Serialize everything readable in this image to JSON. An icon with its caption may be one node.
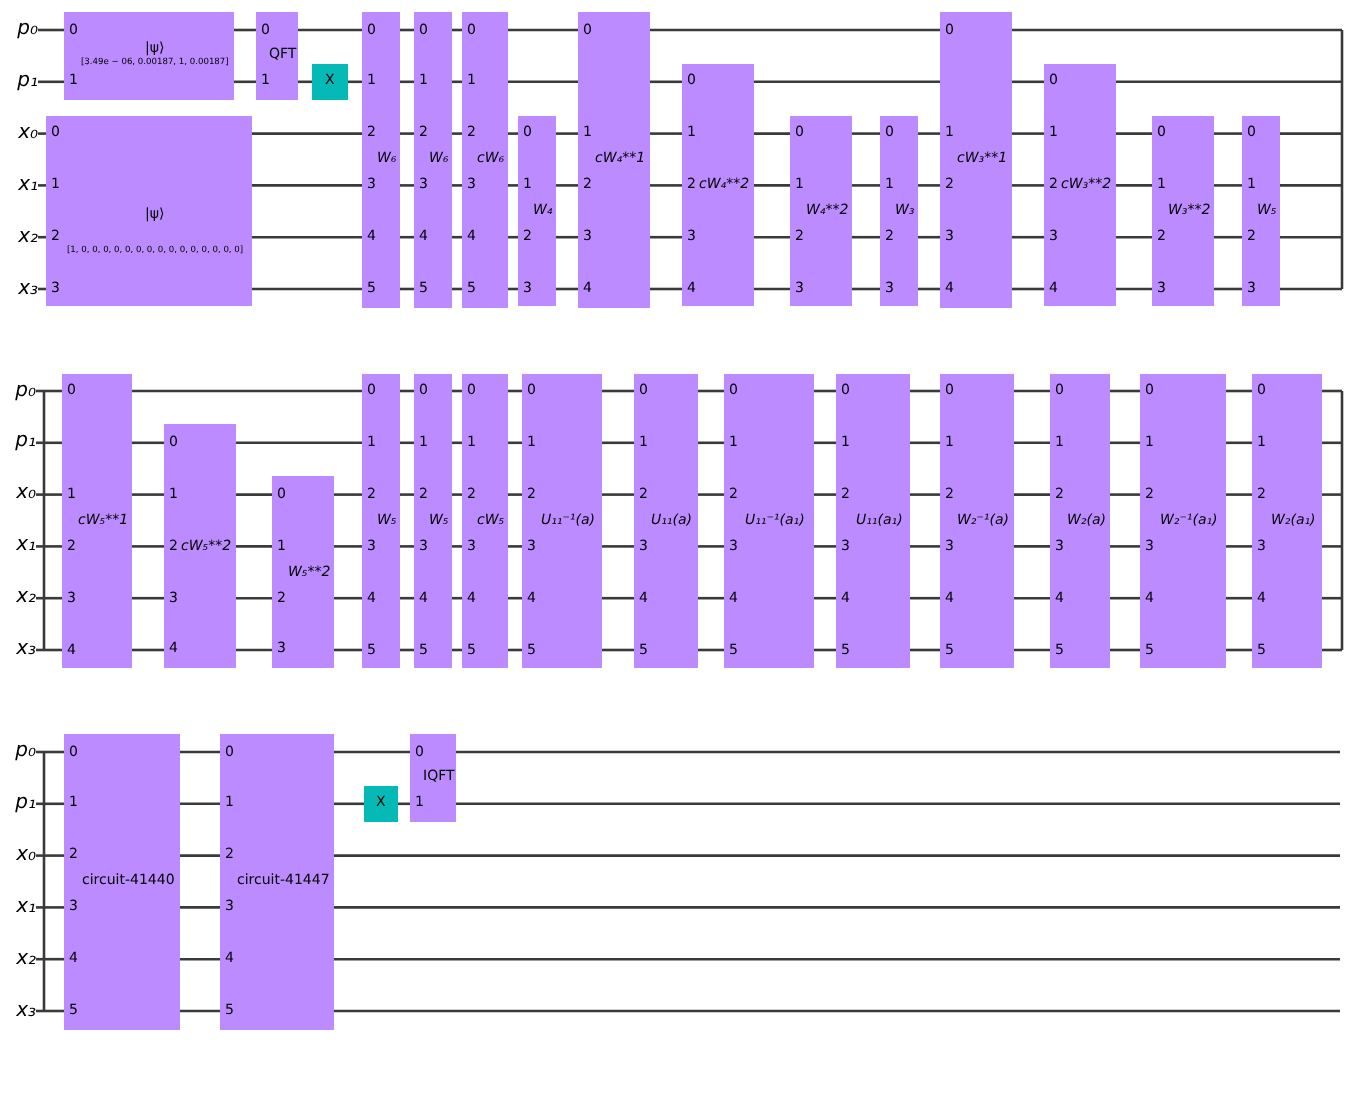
{
  "diagram": {
    "nodes": [
      {
        "text": [
          "p₀"
        ]
      },
      {
        "text": [
          "p₁"
        ]
      },
      {
        "text": [
          "x₀"
        ]
      },
      {
        "text": [
          "x₁"
        ]
      },
      {
        "text": [
          "x₂"
        ]
      },
      {
        "text": [
          "x₃"
        ]
      },
      {
        "text": [
          "0",
          "1",
          "|ψ⟩",
          "[3.49e − 06, 0.00187, 1, 0.00187]"
        ]
      },
      {
        "text": [
          "0",
          "1",
          "2",
          "3",
          "|ψ⟩",
          "[1, 0, 0, 0, 0, 0, 0, 0, 0, 0, 0, 0, 0, 0, 0, 0]"
        ]
      },
      {
        "text": [
          "0",
          "1",
          "QFT"
        ]
      },
      {
        "text": [
          "X"
        ]
      },
      {
        "text": [
          "0",
          "1",
          "2",
          "3",
          "4",
          "5",
          "W₆"
        ]
      },
      {
        "text": [
          "0",
          "1",
          "2",
          "3",
          "4",
          "5",
          "W₆"
        ]
      },
      {
        "text": [
          "0",
          "1",
          "2",
          "3",
          "4",
          "5",
          "cW₆"
        ]
      },
      {
        "text": [
          "0",
          "1",
          "2",
          "3",
          "W₄"
        ]
      },
      {
        "text": [
          "0",
          "1",
          "2",
          "3",
          "4",
          "cW₄**1"
        ]
      },
      {
        "text": [
          "0",
          "1",
          "2",
          "3",
          "4",
          "cW₄**2"
        ]
      },
      {
        "text": [
          "0",
          "1",
          "2",
          "3",
          "W₄**2"
        ]
      },
      {
        "text": [
          "0",
          "1",
          "2",
          "3",
          "W₃"
        ]
      },
      {
        "text": [
          "0",
          "1",
          "2",
          "3",
          "4",
          "cW₃**1"
        ]
      },
      {
        "text": [
          "0",
          "1",
          "2",
          "3",
          "4",
          "cW₃**2"
        ]
      },
      {
        "text": [
          "0",
          "1",
          "2",
          "3",
          "W₃**2"
        ]
      },
      {
        "text": [
          "0",
          "1",
          "2",
          "3",
          "W₅"
        ]
      },
      {
        "text": [
          "p₀"
        ]
      },
      {
        "text": [
          "p₁"
        ]
      },
      {
        "text": [
          "x₀"
        ]
      },
      {
        "text": [
          "x₁"
        ]
      },
      {
        "text": [
          "x₂"
        ]
      },
      {
        "text": [
          "x₃"
        ]
      },
      {
        "text": [
          "0",
          "1",
          "2",
          "3",
          "4",
          "cW₅**1"
        ]
      },
      {
        "text": [
          "0",
          "1",
          "2",
          "3",
          "4",
          "cW₅**2"
        ]
      },
      {
        "text": [
          "0",
          "1",
          "2",
          "3",
          "W₅**2"
        ]
      },
      {
        "text": [
          "0",
          "1",
          "2",
          "3",
          "4",
          "5",
          "W₅"
        ]
      },
      {
        "text": [
          "0",
          "1",
          "2",
          "3",
          "4",
          "5",
          "W₅"
        ]
      },
      {
        "text": [
          "0",
          "1",
          "2",
          "3",
          "4",
          "5",
          "cW₅"
        ]
      },
      {
        "text": [
          "0",
          "1",
          "2",
          "3",
          "4",
          "5",
          "U₁₁⁻¹(a)"
        ]
      },
      {
        "text": [
          "0",
          "1",
          "2",
          "3",
          "4",
          "5",
          "U₁₁(a)"
        ]
      },
      {
        "text": [
          "0",
          "1",
          "2",
          "3",
          "4",
          "5",
          "U₁₁⁻¹(a₁)"
        ]
      },
      {
        "text": [
          "0",
          "1",
          "2",
          "3",
          "4",
          "5",
          "U₁₁(a₁)"
        ]
      },
      {
        "text": [
          "0",
          "1",
          "2",
          "3",
          "4",
          "5",
          "W₂⁻¹(a)"
        ]
      },
      {
        "text": [
          "0",
          "1",
          "2",
          "3",
          "4",
          "5",
          "W₂(a)"
        ]
      },
      {
        "text": [
          "0",
          "1",
          "2",
          "3",
          "4",
          "5",
          "W₂⁻¹(a₁)"
        ]
      },
      {
        "text": [
          "0",
          "1",
          "2",
          "3",
          "4",
          "5",
          "W₂(a₁)"
        ]
      },
      {
        "text": [
          "p₀"
        ]
      },
      {
        "text": [
          "p₁"
        ]
      },
      {
        "text": [
          "x₀"
        ]
      },
      {
        "text": [
          "x₁"
        ]
      },
      {
        "text": [
          "x₂"
        ]
      },
      {
        "text": [
          "x₃"
        ]
      },
      {
        "text": [
          "0",
          "1",
          "2",
          "3",
          "4",
          "5",
          "circuit-41440"
        ]
      },
      {
        "text": [
          "0",
          "1",
          "2",
          "3",
          "4",
          "5",
          "circuit-41447"
        ]
      },
      {
        "text": [
          "X"
        ]
      },
      {
        "text": [
          "0",
          "1",
          "IQFT"
        ]
      }
    ],
    "edges": [
      {
        "from": 0,
        "to": 6,
        "arrow": "none"
      },
      {
        "from": 6,
        "to": 8,
        "arrow": "none"
      },
      {
        "from": 8,
        "to": 10,
        "arrow": "none"
      },
      {
        "from": 10,
        "to": 11,
        "arrow": "none"
      },
      {
        "from": 11,
        "to": 12,
        "arrow": "none"
      },
      {
        "from": 12,
        "to": 14,
        "arrow": "none"
      },
      {
        "from": 14,
        "to": 18,
        "arrow": "none"
      },
      {
        "from": 18,
        "to": null,
        "arrow": "none"
      },
      {
        "from": 1,
        "to": 6,
        "arrow": "none"
      },
      {
        "from": 6,
        "to": 8,
        "arrow": "none"
      },
      {
        "from": 8,
        "to": 9,
        "arrow": "none"
      },
      {
        "from": 9,
        "to": 10,
        "arrow": "none"
      },
      {
        "from": 10,
        "to": 11,
        "arrow": "none"
      },
      {
        "from": 11,
        "to": 12,
        "arrow": "none"
      },
      {
        "from": 12,
        "to": 14,
        "arrow": "none"
      },
      {
        "from": 14,
        "to": 15,
        "arrow": "none"
      },
      {
        "from": 15,
        "to": 18,
        "arrow": "none"
      },
      {
        "from": 18,
        "to": 19,
        "arrow": "none"
      },
      {
        "from": 19,
        "to": null,
        "arrow": "none"
      },
      {
        "from": 2,
        "to": 7,
        "arrow": "none"
      },
      {
        "from": 7,
        "to": 10,
        "arrow": "none"
      },
      {
        "from": 10,
        "to": 11,
        "arrow": "none"
      },
      {
        "from": 11,
        "to": 12,
        "arrow": "none"
      },
      {
        "from": 12,
        "to": 13,
        "arrow": "none"
      },
      {
        "from": 13,
        "to": 14,
        "arrow": "none"
      },
      {
        "from": 14,
        "to": 15,
        "arrow": "none"
      },
      {
        "from": 15,
        "to": 16,
        "arrow": "none"
      },
      {
        "from": 16,
        "to": 17,
        "arrow": "none"
      },
      {
        "from": 17,
        "to": 18,
        "arrow": "none"
      },
      {
        "from": 18,
        "to": 19,
        "arrow": "none"
      },
      {
        "from": 19,
        "to": 20,
        "arrow": "none"
      },
      {
        "from": 20,
        "to": 21,
        "arrow": "none"
      },
      {
        "from": 21,
        "to": null,
        "arrow": "none"
      },
      {
        "from": 3,
        "to": 7,
        "arrow": "none"
      },
      {
        "from": 7,
        "to": 10,
        "arrow": "none"
      },
      {
        "from": 10,
        "to": 11,
        "arrow": "none"
      },
      {
        "from": 11,
        "to": 12,
        "arrow": "none"
      },
      {
        "from": 12,
        "to": 13,
        "arrow": "none"
      },
      {
        "from": 13,
        "to": 14,
        "arrow": "none"
      },
      {
        "from": 14,
        "to": 15,
        "arrow": "none"
      },
      {
        "from": 15,
        "to": 16,
        "arrow": "none"
      },
      {
        "from": 16,
        "to": 17,
        "arrow": "none"
      },
      {
        "from": 17,
        "to": 18,
        "arrow": "none"
      },
      {
        "from": 18,
        "to": 19,
        "arrow": "none"
      },
      {
        "from": 19,
        "to": 20,
        "arrow": "none"
      },
      {
        "from": 20,
        "to": 21,
        "arrow": "none"
      },
      {
        "from": 21,
        "to": null,
        "arrow": "none"
      },
      {
        "from": 4,
        "to": 7,
        "arrow": "none"
      },
      {
        "from": 7,
        "to": 10,
        "arrow": "none"
      },
      {
        "from": 10,
        "to": 11,
        "arrow": "none"
      },
      {
        "from": 11,
        "to": 12,
        "arrow": "none"
      },
      {
        "from": 12,
        "to": 13,
        "arrow": "none"
      },
      {
        "from": 13,
        "to": 14,
        "arrow": "none"
      },
      {
        "from": 14,
        "to": 15,
        "arrow": "none"
      },
      {
        "from": 15,
        "to": 16,
        "arrow": "none"
      },
      {
        "from": 16,
        "to": 17,
        "arrow": "none"
      },
      {
        "from": 17,
        "to": 18,
        "arrow": "none"
      },
      {
        "from": 18,
        "to": 19,
        "arrow": "none"
      },
      {
        "from": 19,
        "to": 20,
        "arrow": "none"
      },
      {
        "from": 20,
        "to": 21,
        "arrow": "none"
      },
      {
        "from": 21,
        "to": null,
        "arrow": "none"
      },
      {
        "from": 5,
        "to": 7,
        "arrow": "none"
      },
      {
        "from": 7,
        "to": 10,
        "arrow": "none"
      },
      {
        "from": 10,
        "to": 11,
        "arrow": "none"
      },
      {
        "from": 11,
        "to": 12,
        "arrow": "none"
      },
      {
        "from": 12,
        "to": 13,
        "arrow": "none"
      },
      {
        "from": 13,
        "to": 14,
        "arrow": "none"
      },
      {
        "from": 14,
        "to": 15,
        "arrow": "none"
      },
      {
        "from": 15,
        "to": 16,
        "arrow": "none"
      },
      {
        "from": 16,
        "to": 17,
        "arrow": "none"
      },
      {
        "from": 17,
        "to": 18,
        "arrow": "none"
      },
      {
        "from": 18,
        "to": 19,
        "arrow": "none"
      },
      {
        "from": 19,
        "to": 20,
        "arrow": "none"
      },
      {
        "from": 20,
        "to": 21,
        "arrow": "none"
      },
      {
        "from": 21,
        "to": null,
        "arrow": "none"
      },
      {
        "from": 22,
        "to": 28,
        "arrow": "none"
      },
      {
        "from": 28,
        "to": 31,
        "arrow": "none"
      },
      {
        "from": 31,
        "to": 32,
        "arrow": "none"
      },
      {
        "from": 32,
        "to": 33,
        "arrow": "none"
      },
      {
        "from": 33,
        "to": 34,
        "arrow": "none"
      },
      {
        "from": 34,
        "to": 35,
        "arrow": "none"
      },
      {
        "from": 35,
        "to": 36,
        "arrow": "none"
      },
      {
        "from": 36,
        "to": 37,
        "arrow": "none"
      },
      {
        "from": 37,
        "to": 38,
        "arrow": "none"
      },
      {
        "from": 38,
        "to": 39,
        "arrow": "none"
      },
      {
        "from": 39,
        "to": 40,
        "arrow": "none"
      },
      {
        "from": 40,
        "to": 41,
        "arrow": "none"
      },
      {
        "from": 41,
        "to": null,
        "arrow": "none"
      },
      {
        "from": 23,
        "to": 28,
        "arrow": "none"
      },
      {
        "from": 28,
        "to": 29,
        "arrow": "none"
      },
      {
        "from": 29,
        "to": 31,
        "arrow": "none"
      },
      {
        "from": 31,
        "to": 32,
        "arrow": "none"
      },
      {
        "from": 32,
        "to": 33,
        "arrow": "none"
      },
      {
        "from": 33,
        "to": 34,
        "arrow": "none"
      },
      {
        "from": 34,
        "to": 35,
        "arrow": "none"
      },
      {
        "from": 35,
        "to": 36,
        "arrow": "none"
      },
      {
        "from": 36,
        "to": 37,
        "arrow": "none"
      },
      {
        "from": 37,
        "to": 38,
        "arrow": "none"
      },
      {
        "from": 38,
        "to": 39,
        "arrow": "none"
      },
      {
        "from": 39,
        "to": 40,
        "arrow": "none"
      },
      {
        "from": 40,
        "to": 41,
        "arrow": "none"
      },
      {
        "from": 41,
        "to": null,
        "arrow": "none"
      },
      {
        "from": 24,
        "to": 28,
        "arrow": "none"
      },
      {
        "from": 28,
        "to": 29,
        "arrow": "none"
      },
      {
        "from": 29,
        "to": 30,
        "arrow": "none"
      },
      {
        "from": 30,
        "to": 31,
        "arrow": "none"
      },
      {
        "from": 31,
        "to": 32,
        "arrow": "none"
      },
      {
        "from": 32,
        "to": 33,
        "arrow": "none"
      },
      {
        "from": 33,
        "to": 34,
        "arrow": "none"
      },
      {
        "from": 34,
        "to": 35,
        "arrow": "none"
      },
      {
        "from": 35,
        "to": 36,
        "arrow": "none"
      },
      {
        "from": 36,
        "to": 37,
        "arrow": "none"
      },
      {
        "from": 37,
        "to": 38,
        "arrow": "none"
      },
      {
        "from": 38,
        "to": 39,
        "arrow": "none"
      },
      {
        "from": 39,
        "to": 40,
        "arrow": "none"
      },
      {
        "from": 40,
        "to": 41,
        "arrow": "none"
      },
      {
        "from": 41,
        "to": null,
        "arrow": "none"
      },
      {
        "from": 25,
        "to": 28,
        "arrow": "none"
      },
      {
        "from": 28,
        "to": 29,
        "arrow": "none"
      },
      {
        "from": 29,
        "to": 30,
        "arrow": "none"
      },
      {
        "from": 30,
        "to": 31,
        "arrow": "none"
      },
      {
        "from": 31,
        "to": 32,
        "arrow": "none"
      },
      {
        "from": 32,
        "to": 33,
        "arrow": "none"
      },
      {
        "from": 33,
        "to": 34,
        "arrow": "none"
      },
      {
        "from": 34,
        "to": 35,
        "arrow": "none"
      },
      {
        "from": 35,
        "to": 36,
        "arrow": "none"
      },
      {
        "from": 36,
        "to": 37,
        "arrow": "none"
      },
      {
        "from": 37,
        "to": 38,
        "arrow": "none"
      },
      {
        "from": 38,
        "to": 39,
        "arrow": "none"
      },
      {
        "from": 39,
        "to": 40,
        "arrow": "none"
      },
      {
        "from": 40,
        "to": 41,
        "arrow": "none"
      },
      {
        "from": 41,
        "to": null,
        "arrow": "none"
      },
      {
        "from": 26,
        "to": 28,
        "arrow": "none"
      },
      {
        "from": 28,
        "to": 29,
        "arrow": "none"
      },
      {
        "from": 29,
        "to": 30,
        "arrow": "none"
      },
      {
        "from": 30,
        "to": 31,
        "arrow": "none"
      },
      {
        "from": 31,
        "to": 32,
        "arrow": "none"
      },
      {
        "from": 32,
        "to": 33,
        "arrow": "none"
      },
      {
        "from": 33,
        "to": 34,
        "arrow": "none"
      },
      {
        "from": 34,
        "to": 35,
        "arrow": "none"
      },
      {
        "from": 35,
        "to": 36,
        "arrow": "none"
      },
      {
        "from": 36,
        "to": 37,
        "arrow": "none"
      },
      {
        "from": 37,
        "to": 38,
        "arrow": "none"
      },
      {
        "from": 38,
        "to": 39,
        "arrow": "none"
      },
      {
        "from": 39,
        "to": 40,
        "arrow": "none"
      },
      {
        "from": 40,
        "to": 41,
        "arrow": "none"
      },
      {
        "from": 41,
        "to": null,
        "arrow": "none"
      },
      {
        "from": 27,
        "to": 28,
        "arrow": "none"
      },
      {
        "from": 28,
        "to": 29,
        "arrow": "none"
      },
      {
        "from": 29,
        "to": 30,
        "arrow": "none"
      },
      {
        "from": 30,
        "to": 31,
        "arrow": "none"
      },
      {
        "from": 31,
        "to": 32,
        "arrow": "none"
      },
      {
        "from": 32,
        "to": 33,
        "arrow": "none"
      },
      {
        "from": 33,
        "to": 34,
        "arrow": "none"
      },
      {
        "from": 34,
        "to": 35,
        "arrow": "none"
      },
      {
        "from": 35,
        "to": 36,
        "arrow": "none"
      },
      {
        "from": 36,
        "to": 37,
        "arrow": "none"
      },
      {
        "from": 37,
        "to": 38,
        "arrow": "none"
      },
      {
        "from": 38,
        "to": 39,
        "arrow": "none"
      },
      {
        "from": 39,
        "to": 40,
        "arrow": "none"
      },
      {
        "from": 40,
        "to": 41,
        "arrow": "none"
      },
      {
        "from": 41,
        "to": null,
        "arrow": "none"
      },
      {
        "from": 42,
        "to": 48,
        "arrow": "none"
      },
      {
        "from": 48,
        "to": 49,
        "arrow": "none"
      },
      {
        "from": 49,
        "to": 51,
        "arrow": "none"
      },
      {
        "from": 51,
        "to": null,
        "arrow": "none"
      },
      {
        "from": 43,
        "to": 48,
        "arrow": "none"
      },
      {
        "from": 48,
        "to": 49,
        "arrow": "none"
      },
      {
        "from": 49,
        "to": 50,
        "arrow": "none"
      },
      {
        "from": 50,
        "to": 51,
        "arrow": "none"
      },
      {
        "from": 51,
        "to": null,
        "arrow": "none"
      },
      {
        "from": 44,
        "to": 48,
        "arrow": "none"
      },
      {
        "from": 48,
        "to": 49,
        "arrow": "none"
      },
      {
        "from": 49,
        "to": null,
        "arrow": "none"
      },
      {
        "from": 45,
        "to": 48,
        "arrow": "none"
      },
      {
        "from": 48,
        "to": 49,
        "arrow": "none"
      },
      {
        "from": 49,
        "to": null,
        "arrow": "none"
      },
      {
        "from": 46,
        "to": 48,
        "arrow": "none"
      },
      {
        "from": 48,
        "to": 49,
        "arrow": "none"
      },
      {
        "from": 49,
        "to": null,
        "arrow": "none"
      },
      {
        "from": 47,
        "to": 48,
        "arrow": "none"
      },
      {
        "from": 48,
        "to": 49,
        "arrow": "none"
      },
      {
        "from": 49,
        "to": null,
        "arrow": "none"
      }
    ]
  }
}
